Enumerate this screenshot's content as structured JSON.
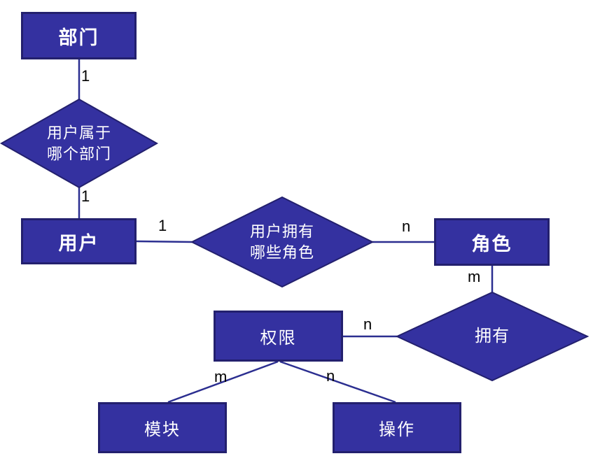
{
  "diagram": {
    "title": "role-permission-er-diagram",
    "colors": {
      "shape_fill": "#3431A0",
      "shape_border": "#23206E",
      "line_color": "#2B2E90",
      "entity_text": "#ffffff",
      "cardinality_text": "#000000",
      "background": "#ffffff"
    },
    "entities": {
      "dept": {
        "label": "部门"
      },
      "user": {
        "label": "用户"
      },
      "role": {
        "label": "角色"
      },
      "perm": {
        "label": "权限"
      },
      "module": {
        "label": "模块"
      },
      "action": {
        "label": "操作"
      }
    },
    "relations": {
      "user_belongs_dept": {
        "line1": "用户属于",
        "line2": "哪个部门"
      },
      "user_has_roles": {
        "line1": "用户拥有",
        "line2": "哪些角色"
      },
      "role_has_perm": {
        "label": "拥有"
      }
    },
    "cardinalities": {
      "dept_to_belongs": "1",
      "belongs_to_user": "1",
      "user_to_hasroles": "1",
      "hasroles_to_role": "n",
      "role_to_haspermission": "m",
      "perm_to_haspermission": "n",
      "perm_to_module": "m",
      "perm_to_action": "n"
    }
  }
}
